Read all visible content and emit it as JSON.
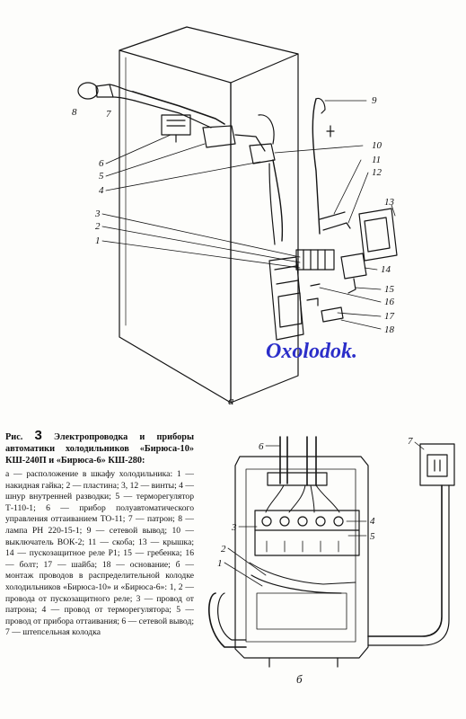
{
  "figure": {
    "caption_prefix": "Рис.",
    "caption_number": "3",
    "caption_title": "Электропроводка и приборы автоматики холодильников «Бирюса-10» КШ-240П и «Бирюса-6» КШ-280:",
    "caption_body": "а — расположение в шкафу холодильника: 1 — накидная гайка; 2 — пластина; 3, 12 — винты; 4 — шнур внутренней разводки; 5 — терморегулятор Т-110-1; 6 — прибор полуавтоматического управления оттаиванием ТО-11; 7 — патрон; 8 — лампа РН 220-15-1; 9 — сетевой вывод; 10 — выключатель ВОК-2; 11 — скоба; 13 — крышка; 14 — пускозащитное реле Р1; 15 — гребенка; 16 — болт; 17 — шайба; 18 — основание; б — монтаж проводов в распределительной колодке холодильников «Бирюса-10» и «Бирюса-6»: 1, 2 — провода от пускозащитного реле; 3 — провод от патрона; 4 — провод от терморегулятора; 5 — провод от прибора оттаивания; 6 — сетевой вывод; 7 — штепсельная колодка"
  },
  "diagram_a": {
    "label": "а",
    "callouts": [
      "8",
      "7",
      "6",
      "5",
      "4",
      "3",
      "2",
      "1",
      "9",
      "10",
      "11",
      "12",
      "13",
      "14",
      "15",
      "16",
      "17",
      "18"
    ]
  },
  "diagram_b": {
    "label": "б",
    "callouts": [
      "6",
      "3",
      "2",
      "1",
      "4",
      "5",
      "7"
    ]
  },
  "watermark": "Oxolodok."
}
